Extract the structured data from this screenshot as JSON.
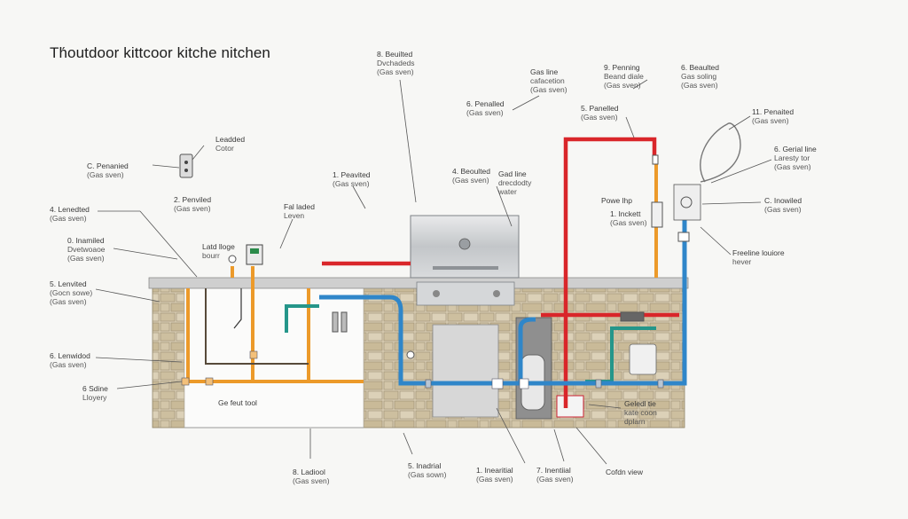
{
  "title": "Th́outdoor kittcoor kitche nitchen",
  "colors": {
    "gas_line": "#d9262a",
    "water_supply": "#2f86c9",
    "electrical": "#ec9a2a",
    "drain": "#25968a",
    "stone": "#d8ccb2",
    "countertop": "#cfcfcf"
  },
  "labels": [
    {
      "id": "l1",
      "line1": "8. Beuilted",
      "line2": "Dvchadeds",
      "line3": "(Gas sven)"
    },
    {
      "id": "l2",
      "line1": "Gas line",
      "line2": "cafacetion",
      "line3": "(Gas sven)"
    },
    {
      "id": "l3",
      "line1": "6. Penalled",
      "line2": "(Gas sven)"
    },
    {
      "id": "l4",
      "line1": "9. Penning",
      "line2": "Beand diale",
      "line3": "(Gas sven)"
    },
    {
      "id": "l5",
      "line1": "6. Beaulted",
      "line2": "Gas soling",
      "line3": "(Gas sven)"
    },
    {
      "id": "l6",
      "line1": "5. Panelled",
      "line2": "(Gas sven)"
    },
    {
      "id": "l7",
      "line1": "Leadded",
      "line2": "Cotor"
    },
    {
      "id": "l8",
      "line1": "11. Penaited",
      "line2": "(Gas sven)"
    },
    {
      "id": "l9",
      "line1": "C. Penanied",
      "line2": "(Gas sven)"
    },
    {
      "id": "l10",
      "line1": "2. Penviled",
      "line2": "(Gas sven)"
    },
    {
      "id": "l11",
      "line1": "1. Peavited",
      "line2": "(Gas sven)"
    },
    {
      "id": "l12",
      "line1": "4. Beoulted",
      "line2": "(Gas sven)"
    },
    {
      "id": "l13",
      "line1": "Gad line",
      "line2": "drecdodty",
      "line3": "water"
    },
    {
      "id": "l14",
      "line1": "6. Gerial line",
      "line2": "Laresty tor",
      "line3": "(Gas sven)"
    },
    {
      "id": "l15",
      "line1": "4. Lenedted",
      "line2": "(Gas sven)"
    },
    {
      "id": "l16",
      "line1": "Fal laded",
      "line2": "Leven"
    },
    {
      "id": "l17",
      "line1": "Powe lhp"
    },
    {
      "id": "l18",
      "line1": "C. Inowiled",
      "line2": "(Gas sven)"
    },
    {
      "id": "l19",
      "line1": "1. Inckett",
      "line2": "(Gas sven)"
    },
    {
      "id": "l20",
      "line1": "0. Inamiled",
      "line2": "Dvetwoaoe",
      "line3": "(Gas sven)"
    },
    {
      "id": "l21",
      "line1": "Latd lloge",
      "line2": "bourr"
    },
    {
      "id": "l22",
      "line1": "Freeline louiore",
      "line2": "hever"
    },
    {
      "id": "l23",
      "line1": "5. Lenvited",
      "line2": "(Gocn sowe)",
      "line3": "(Gas sven)"
    },
    {
      "id": "l24",
      "line1": "6. Lenwidod",
      "line2": "(Gas sven)"
    },
    {
      "id": "l25",
      "line1": "6 Sdine",
      "line2": "Lloyery"
    },
    {
      "id": "l26",
      "line1": "Ge feut tool"
    },
    {
      "id": "l27",
      "line1": "Geledl tie",
      "line2": "kate coon",
      "line3": "dplarn"
    },
    {
      "id": "l28",
      "line1": "8. Ladiool",
      "line2": "(Gas sven)"
    },
    {
      "id": "l29",
      "line1": "5. Inadrial",
      "line2": "(Gas sown)"
    },
    {
      "id": "l30",
      "line1": "1. Inearitial",
      "line2": "(Gas sven)"
    },
    {
      "id": "l31",
      "line1": "7. Inentiial",
      "line2": "(Gas sven)"
    },
    {
      "id": "l32",
      "line1": "Cofdn view"
    }
  ]
}
